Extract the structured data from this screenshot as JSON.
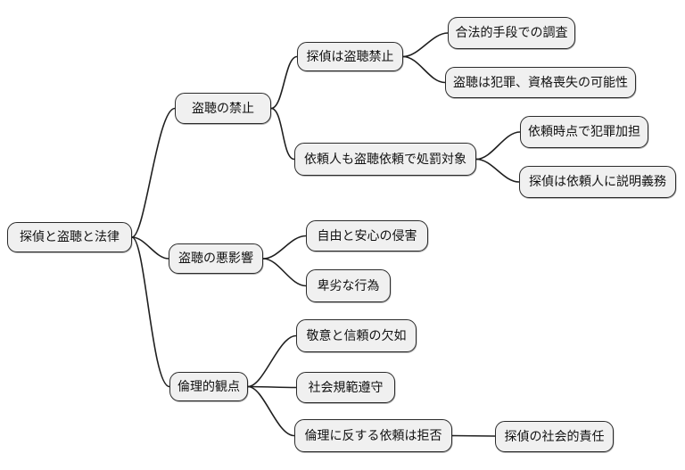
{
  "diagram_type": "mindmap",
  "colors": {
    "background": "#ffffff",
    "node_fill": "#f0f0f0",
    "node_border": "#2b2b2b",
    "connector": "#1f1f1f",
    "text": "#111111"
  },
  "mindmap": {
    "root": {
      "label": "探偵と盗聴と法律",
      "children": [
        {
          "label": "盗聴の禁止",
          "children": [
            {
              "label": "探偵は盗聴禁止",
              "children": [
                {
                  "label": "合法的手段での調査",
                  "children": []
                },
                {
                  "label": "盗聴は犯罪、資格喪失の可能性",
                  "children": []
                }
              ]
            },
            {
              "label": "依頼人も盗聴依頼で処罰対象",
              "children": [
                {
                  "label": "依頼時点で犯罪加担",
                  "children": []
                },
                {
                  "label": "探偵は依頼人に説明義務",
                  "children": []
                }
              ]
            }
          ]
        },
        {
          "label": "盗聴の悪影響",
          "children": [
            {
              "label": "自由と安心の侵害",
              "children": []
            },
            {
              "label": "卑劣な行為",
              "children": []
            }
          ]
        },
        {
          "label": "倫理的観点",
          "children": [
            {
              "label": "敬意と信頼の欠如",
              "children": []
            },
            {
              "label": "社会規範遵守",
              "children": []
            },
            {
              "label": "倫理に反する依頼は拒否",
              "children": [
                {
                  "label": "探偵の社会的責任",
                  "children": []
                }
              ]
            }
          ]
        }
      ]
    }
  }
}
